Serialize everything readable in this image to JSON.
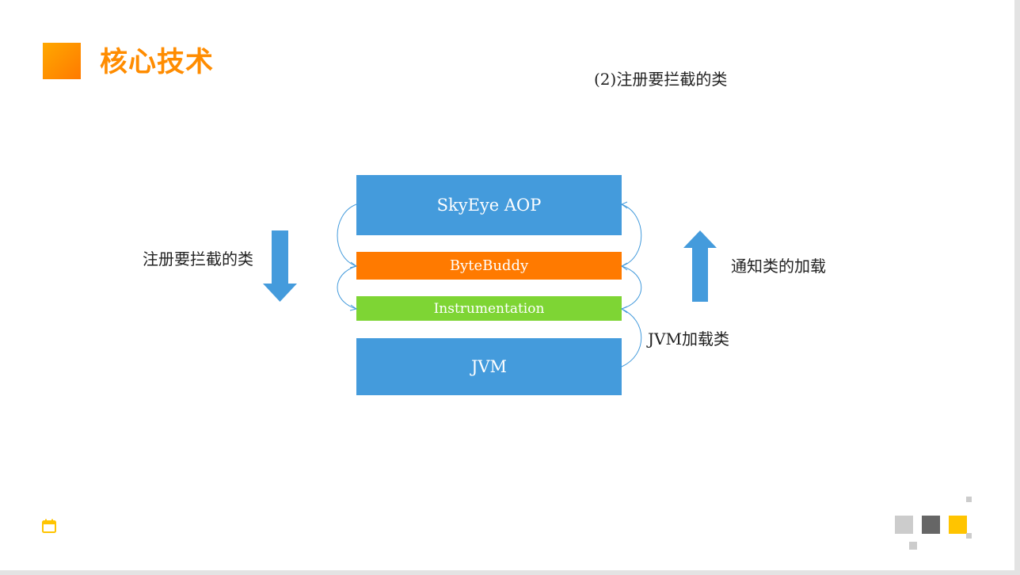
{
  "header": {
    "title": "核心技术",
    "subtitle": "(2)注册要拦截的类"
  },
  "diagram": {
    "layers": [
      {
        "id": "aop",
        "label": "SkyEye AOP",
        "color": "#449bdc"
      },
      {
        "id": "bytebuddy",
        "label": "ByteBuddy",
        "color": "#ff7a00"
      },
      {
        "id": "instrumentation",
        "label": "Instrumentation",
        "color": "#7ed534"
      },
      {
        "id": "jvm",
        "label": "JVM",
        "color": "#449bdc"
      }
    ],
    "left_label": "注册要拦截的类",
    "right_label": "通知类的加载",
    "jvm_label": "JVM加载类",
    "arrow_color": "#449bdc"
  },
  "footer": {
    "calendar_icon": "calendar-icon",
    "calendar_color": "#ffc400",
    "deco_colors": {
      "light_gray": "#cccccc",
      "dark_gray": "#666666",
      "yellow": "#ffc400"
    }
  }
}
